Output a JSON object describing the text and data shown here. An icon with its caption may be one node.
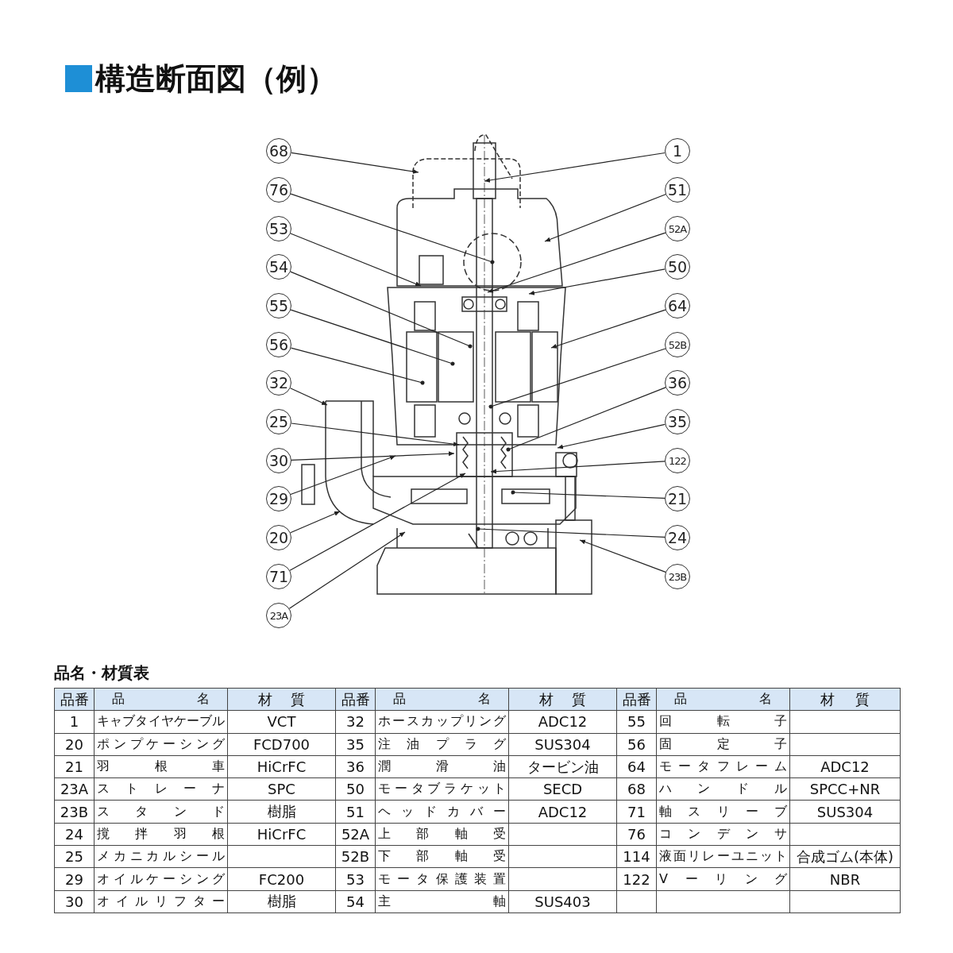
{
  "diagram": {
    "title": "構造断面図（例）",
    "nodes": [
      {
        "text": [
          "68"
        ]
      },
      {
        "text": [
          "76"
        ]
      },
      {
        "text": [
          "53"
        ]
      },
      {
        "text": [
          "54"
        ]
      },
      {
        "text": [
          "55"
        ]
      },
      {
        "text": [
          "56"
        ]
      },
      {
        "text": [
          "32"
        ]
      },
      {
        "text": [
          "25"
        ]
      },
      {
        "text": [
          "30"
        ]
      },
      {
        "text": [
          "29"
        ]
      },
      {
        "text": [
          "20"
        ]
      },
      {
        "text": [
          "71"
        ]
      },
      {
        "text": [
          "23A"
        ]
      },
      {
        "text": [
          "1"
        ]
      },
      {
        "text": [
          "51"
        ]
      },
      {
        "text": [
          "52A"
        ]
      },
      {
        "text": [
          "50"
        ]
      },
      {
        "text": [
          "64"
        ]
      },
      {
        "text": [
          "52B"
        ]
      },
      {
        "text": [
          "36"
        ]
      },
      {
        "text": [
          "35"
        ]
      },
      {
        "text": [
          "122"
        ]
      },
      {
        "text": [
          "21"
        ]
      },
      {
        "text": [
          "24"
        ]
      },
      {
        "text": [
          "23B"
        ]
      }
    ],
    "edges": [
      {
        "from": 0,
        "to": null,
        "arrow": "to"
      },
      {
        "from": 1,
        "to": null,
        "arrow": "other"
      },
      {
        "from": 2,
        "to": null,
        "arrow": "to"
      },
      {
        "from": 3,
        "to": null,
        "arrow": "other"
      },
      {
        "from": 4,
        "to": null,
        "arrow": "other"
      },
      {
        "from": 5,
        "to": null,
        "arrow": "other"
      },
      {
        "from": 6,
        "to": null,
        "arrow": "to"
      },
      {
        "from": 7,
        "to": null,
        "arrow": "to"
      },
      {
        "from": 8,
        "to": null,
        "arrow": "to"
      },
      {
        "from": 9,
        "to": null,
        "arrow": "to"
      },
      {
        "from": 10,
        "to": null,
        "arrow": "to"
      },
      {
        "from": 11,
        "to": null,
        "arrow": "to"
      },
      {
        "from": 12,
        "to": null,
        "arrow": "to"
      },
      {
        "from": 13,
        "to": null,
        "arrow": "to"
      },
      {
        "from": 14,
        "to": null,
        "arrow": "to"
      },
      {
        "from": 15,
        "to": null,
        "arrow": "to"
      },
      {
        "from": 16,
        "to": null,
        "arrow": "to"
      },
      {
        "from": 17,
        "to": null,
        "arrow": "to"
      },
      {
        "from": 18,
        "to": null,
        "arrow": "other"
      },
      {
        "from": 19,
        "to": null,
        "arrow": "other"
      },
      {
        "from": 20,
        "to": null,
        "arrow": "to"
      },
      {
        "from": 21,
        "to": null,
        "arrow": "to"
      },
      {
        "from": 22,
        "to": null,
        "arrow": "other"
      },
      {
        "from": 23,
        "to": null,
        "arrow": "other"
      },
      {
        "from": 24,
        "to": null,
        "arrow": "to"
      }
    ],
    "labels": [
      "品名・材質表",
      "品番",
      "品名",
      "材質",
      "品番",
      "品名",
      "材質",
      "品番",
      "品名",
      "材質",
      "1",
      "キャブタイヤケーブル",
      "VCT",
      "32",
      "ホースカップリング",
      "ADC12",
      "55",
      "回転子",
      "20",
      "ポンプケーシング",
      "FCD700",
      "35",
      "注油プラグ",
      "SUS304",
      "56",
      "固定子",
      "21",
      "羽根車",
      "HiCrFC",
      "36",
      "潤滑油",
      "タービン油",
      "64",
      "モータフレーム",
      "ADC12",
      "23A",
      "ストレーナ",
      "SPC",
      "50",
      "モータブラケット",
      "SECD",
      "68",
      "ハンドル",
      "SPCC+NR",
      "23B",
      "スタンド",
      "樹脂",
      "51",
      "ヘッドカバー",
      "ADC12",
      "71",
      "軸スリーブ",
      "SUS304",
      "24",
      "撹拌羽根",
      "HiCrFC",
      "52A",
      "上部軸受",
      "76",
      "コンデンサ",
      "25",
      "メカニカルシール",
      "52B",
      "下部軸受",
      "114",
      "液面リレーユニット",
      "合成ゴム(本体)",
      "29",
      "オイルケーシング",
      "FC200",
      "53",
      "モータ保護装置",
      "122",
      "Vーリング",
      "NBR",
      "30",
      "オイルリフター",
      "樹脂",
      "54",
      "主軸",
      "SUS403"
    ]
  }
}
